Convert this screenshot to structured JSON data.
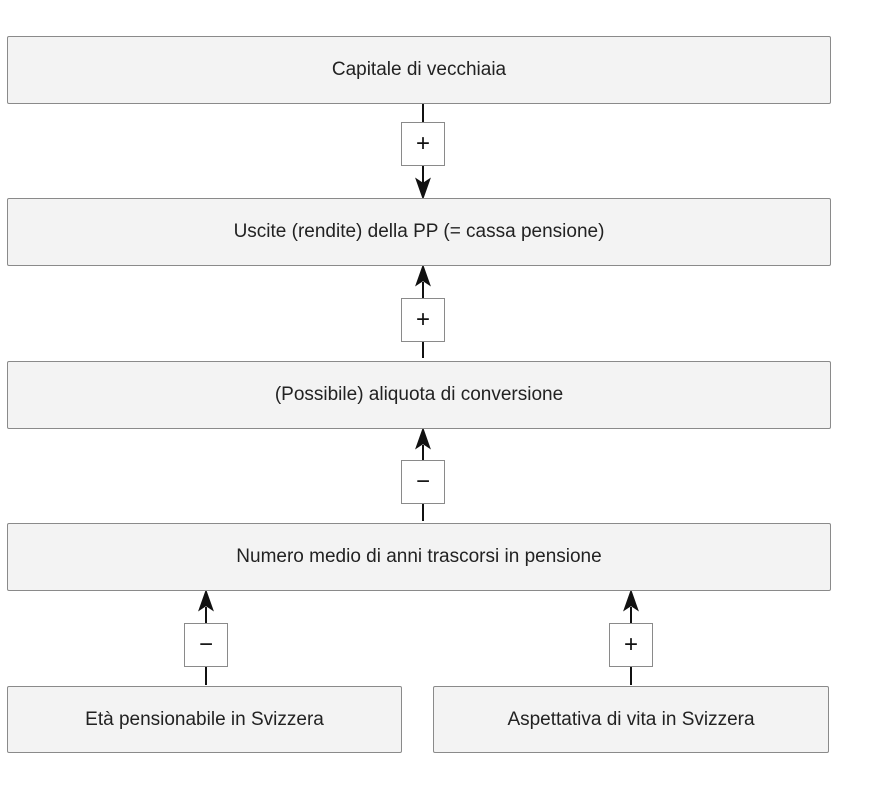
{
  "nodes": {
    "capital": "Capitale di vecchiaia",
    "outflows": "Uscite (rendite) della PP (= cassa pensione)",
    "conversion": "(Possibile) aliquota di conversione",
    "years": "Numero medio di anni trascorsi in pensione",
    "age": "Età pensionabile in Svizzera",
    "life": "Aspettativa di vita in Svizzera"
  },
  "edges": [
    {
      "from": "capital",
      "to": "outflows",
      "sign": "+"
    },
    {
      "from": "conversion",
      "to": "outflows",
      "sign": "+"
    },
    {
      "from": "years",
      "to": "conversion",
      "sign": "−"
    },
    {
      "from": "age",
      "to": "years",
      "sign": "−"
    },
    {
      "from": "life",
      "to": "years",
      "sign": "+"
    }
  ]
}
